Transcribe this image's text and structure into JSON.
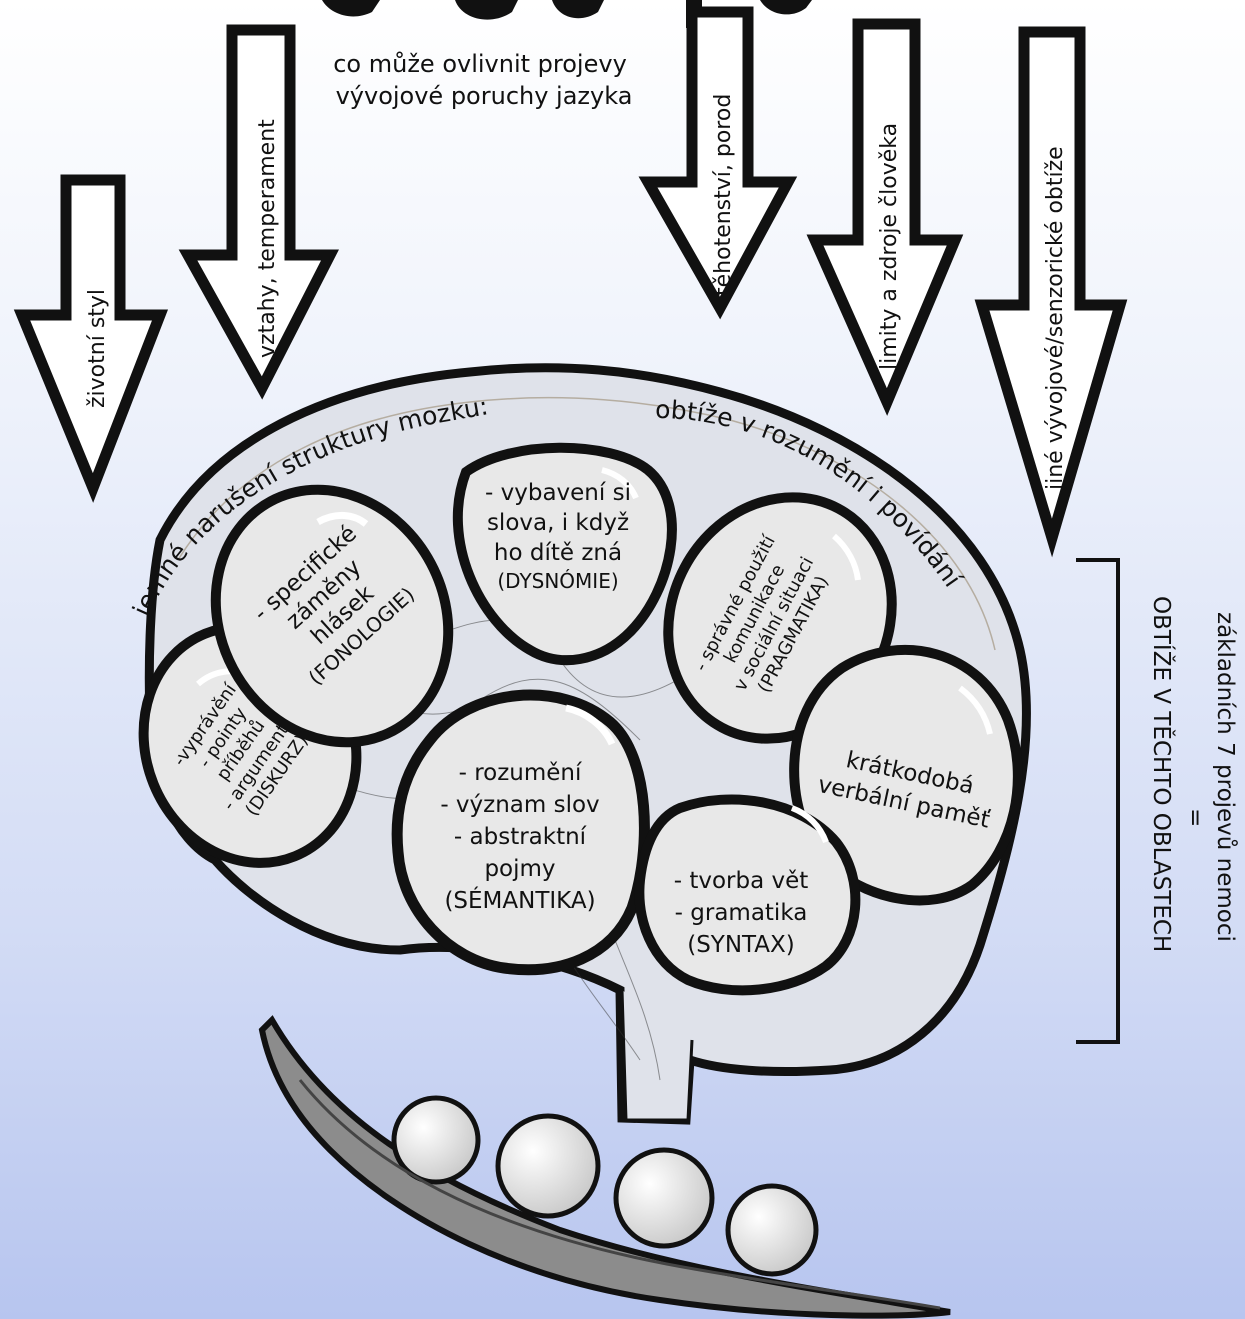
{
  "colors": {
    "background_top": "#ffffff",
    "background_bottom": "#b7c5ef",
    "brain_fill": "#dfe2ea",
    "lobe_fill": "#e8e8e8",
    "outline": "#111111",
    "pod_fill": "#8c8c8c",
    "pea_fill": "#e6e6e6"
  },
  "intro": {
    "line1": "co může ovlivnit projevy",
    "line2": "vývojové poruchy jazyka"
  },
  "arrows": [
    {
      "label": "životní styl",
      "icon": "down-arrow-icon"
    },
    {
      "label": "vztahy, temperament",
      "icon": "down-arrow-icon"
    },
    {
      "label": "těhotenství, porod",
      "icon": "down-arrow-icon"
    },
    {
      "label": "limity a zdroje člověka",
      "icon": "down-arrow-icon"
    },
    {
      "label": "jiné vývojové/senzorické obtíže",
      "icon": "down-arrow-icon"
    }
  ],
  "brain": {
    "curve_left": "jemné narušení struktury mozku:",
    "curve_right": "obtíže v rozumění i povídání"
  },
  "lobes": {
    "diskurz": [
      "-vyprávění",
      "- pointy",
      "příběhů",
      "- argumenty",
      "(DISKURZ)"
    ],
    "fonologie": [
      "- specifické",
      "záměny",
      "hlásek",
      "(FONOLOGIE)"
    ],
    "dysnomie": [
      "- vybavení si",
      "slova, i když",
      "ho dítě zná",
      "(DYSNÓMIE)"
    ],
    "pragmatika": [
      "- správné použití",
      "komunikace",
      "v sociální situaci",
      "(PRAGMATIKA)"
    ],
    "pamet": [
      "krátkodobá",
      "verbální paměť"
    ],
    "semantika": [
      "- rozumění",
      "- význam slov",
      "- abstraktní",
      "pojmy",
      "(SÉMANTIKA)"
    ],
    "syntax": [
      "- tvorba vět",
      "- gramatika",
      "(SYNTAX)"
    ]
  },
  "side_note": {
    "line1": "základních 7 projevů nemoci",
    "line2": "=",
    "line3": "OBTÍŽE V TĚCHTO OBLASTECH"
  },
  "decorations": {
    "pod_icon": "pea-pod-icon",
    "bracket_icon": "bracket-icon"
  }
}
